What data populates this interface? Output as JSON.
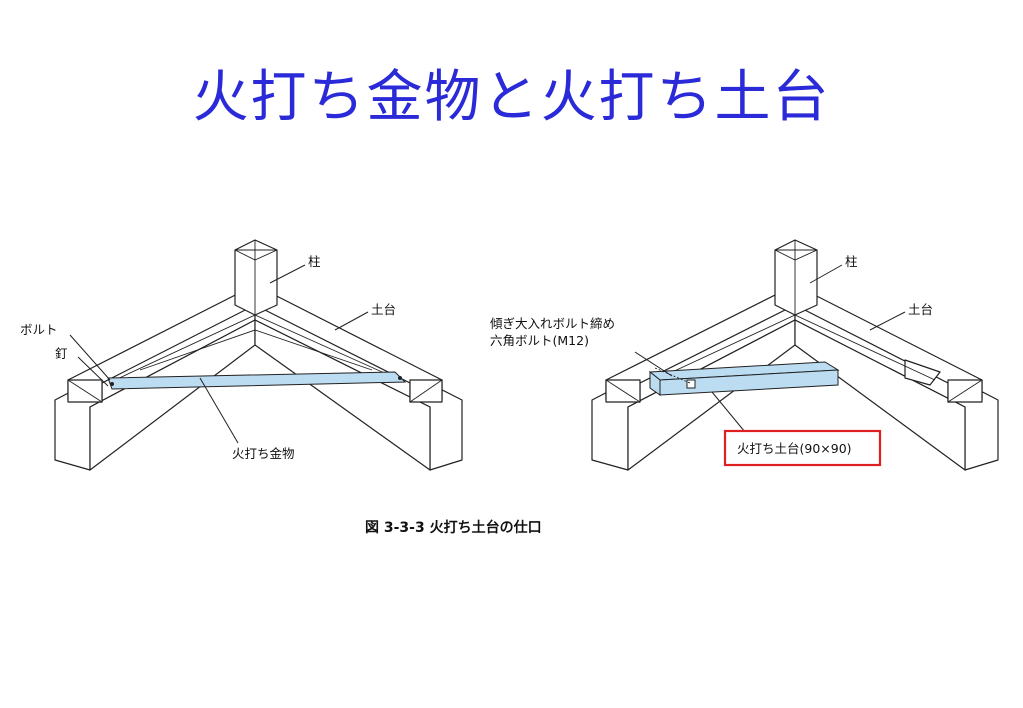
{
  "slide": {
    "title": "火打ち金物と火打ち土台"
  },
  "figure": {
    "left": {
      "pillar_label": "柱",
      "sill_label": "土台",
      "bolt_label": "ボルト",
      "nail_label": "釘",
      "metal_label": "火打ち金物"
    },
    "right": {
      "pillar_label": "柱",
      "sill_label": "土台",
      "bolt_label_line1": "傾ぎ大入れボルト締め",
      "bolt_label_line2": "六角ボルト(M12)",
      "brace_label": "火打ち土台(90×90)"
    },
    "caption": "図 3-3-3 火打ち土台の仕口"
  },
  "colors": {
    "title": "#2a2ad8",
    "highlight_fill": "#bcdcf2",
    "callout_border": "#e02020"
  }
}
